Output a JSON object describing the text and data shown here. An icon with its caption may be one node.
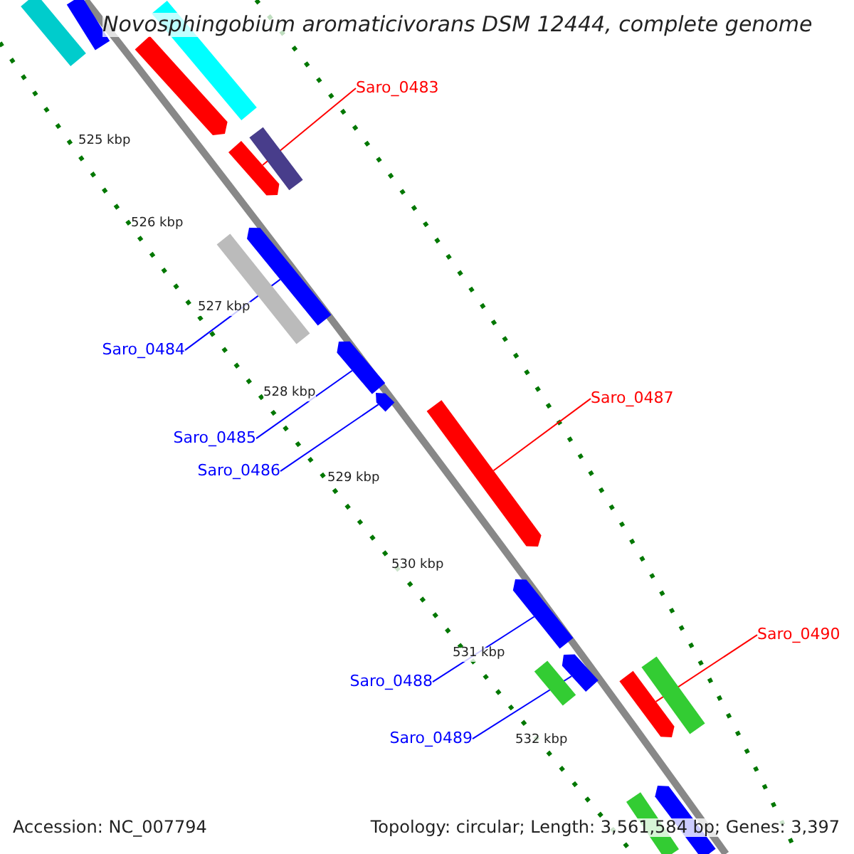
{
  "diagram": {
    "title": "Novosphingobium aromaticivorans DSM 12444, complete genome",
    "nodes": [
      {
        "text": [
          "Saro_0483"
        ]
      },
      {
        "text": [],
        "shape": "bar"
      },
      {
        "text": [
          "Saro_0484"
        ]
      },
      {
        "text": [],
        "shape": "bar"
      },
      {
        "text": [
          "Saro_0485"
        ]
      },
      {
        "text": [],
        "shape": "bar"
      },
      {
        "text": [
          "Saro_0486"
        ]
      },
      {
        "text": [],
        "shape": "bar"
      },
      {
        "text": [
          "Saro_0487"
        ]
      },
      {
        "text": [],
        "shape": "bar"
      },
      {
        "text": [
          "Saro_0488"
        ]
      },
      {
        "text": [],
        "shape": "bar"
      },
      {
        "text": [
          "Saro_0489"
        ]
      },
      {
        "text": [],
        "shape": "bar"
      },
      {
        "text": [
          "Saro_0490"
        ]
      },
      {
        "text": [],
        "shape": "bar"
      },
      {
        "text": [],
        "shape": "bar"
      },
      {
        "text": [],
        "shape": "bar"
      },
      {
        "text": [],
        "shape": "bar"
      },
      {
        "text": [],
        "shape": "bar"
      },
      {
        "text": [],
        "shape": "bar"
      },
      {
        "text": [],
        "shape": "bar"
      },
      {
        "text": [],
        "shape": "bar"
      },
      {
        "text": [],
        "shape": "bar"
      },
      {
        "text": [],
        "shape": "bar"
      },
      {
        "text": [],
        "shape": "bar"
      }
    ],
    "edges": [
      {
        "from": 0,
        "to": 1,
        "arrow": "none",
        "color": "#ff0000"
      },
      {
        "from": 2,
        "to": 3,
        "arrow": "none"
      },
      {
        "from": 4,
        "to": 5,
        "arrow": "none"
      },
      {
        "from": 6,
        "to": 7,
        "arrow": "none"
      },
      {
        "from": 8,
        "to": 9,
        "arrow": "none",
        "color": "#ff0000"
      },
      {
        "from": 10,
        "to": 11,
        "arrow": "none"
      },
      {
        "from": 12,
        "to": 13,
        "arrow": "none"
      },
      {
        "from": 14,
        "to": 15,
        "arrow": "none",
        "color": "#ff0000"
      }
    ],
    "labels": [
      "525 kbp",
      "526 kbp",
      "527 kbp",
      "528 kbp",
      "529 kbp",
      "530 kbp",
      "531 kbp",
      "532 kbp",
      "Accession: NC_007794",
      "Topology: circular; Length: 3,561,584 bp; Genes: 3,397"
    ]
  }
}
